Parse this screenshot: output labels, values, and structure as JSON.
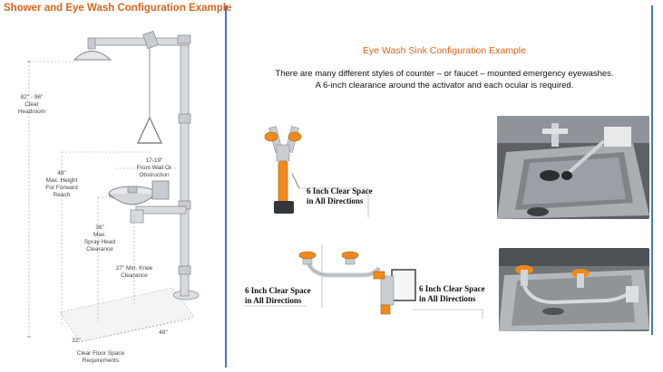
{
  "left_panel": {
    "title": "Shower and Eye Wash Configuration Example",
    "labels": {
      "headroom": "82\" - 96\"\nClear\nHeadroom",
      "forward_reach": "48\"\nMax. Height\nFor Forward\nReach",
      "from_wall": "17-19\"\nFrom Wall Or\nObstruction",
      "spray_head": "36\"\nMax.\nSpray Head\nClearance",
      "knee": "27\" Min. Knee\nClearance",
      "floor_32": "32\"",
      "floor_48": "48\"",
      "floor_space": "Clear Floor Space\nRequirements"
    }
  },
  "right_panel": {
    "title": "Eye Wash Sink Configuration Example",
    "description_line1": "There are many different styles of counter – or faucet – mounted emergency eyewashes.",
    "description_line2": "A 6-inch clearance around the activator and each ocular is required.",
    "clear_space_1": "6 Inch Clear Space\nin All Directions",
    "clear_space_2": "6 Inch Clear Space\nin All Directions",
    "clear_space_3": "6 Inch Clear Space\nin All Directions"
  },
  "colors": {
    "title_orange": "#d8661a",
    "divider_blue": "#4c77b8",
    "eyewash_orange": "#f08a1c",
    "metal_gray": "#c9ccd0"
  }
}
